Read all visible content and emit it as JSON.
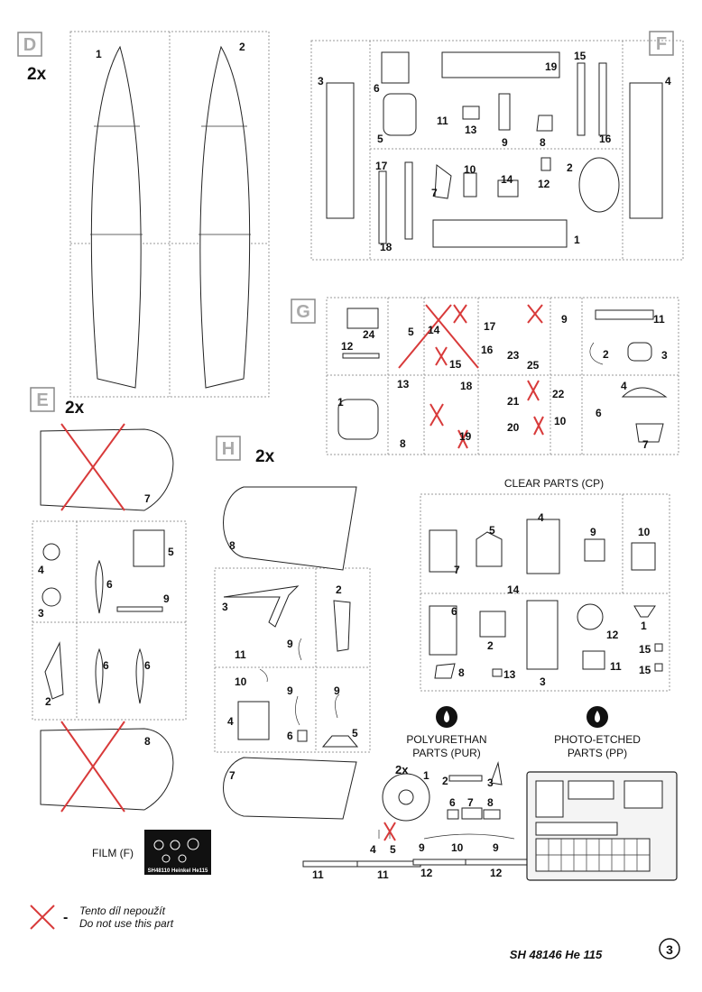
{
  "sprues": {
    "D": {
      "letter": "D",
      "mult": "2x",
      "parts": [
        "1",
        "2"
      ]
    },
    "E": {
      "letter": "E",
      "mult": "2x",
      "parts": [
        "7",
        "4",
        "3",
        "6",
        "5",
        "9",
        "2",
        "6",
        "6",
        "8"
      ]
    },
    "F": {
      "letter": "F",
      "parts": [
        "3",
        "6",
        "5",
        "11",
        "13",
        "9",
        "8",
        "19",
        "15",
        "16",
        "4",
        "17",
        "7",
        "10",
        "14",
        "12",
        "2",
        "18",
        "1"
      ]
    },
    "G": {
      "letter": "G",
      "parts": [
        "24",
        "12",
        "5",
        "14",
        "15",
        "17",
        "16",
        "23",
        "25",
        "9",
        "11",
        "2",
        "3",
        "1",
        "13",
        "8",
        "18",
        "19",
        "21",
        "20",
        "22",
        "10",
        "6",
        "4",
        "7"
      ]
    },
    "H": {
      "letter": "H",
      "mult": "2x",
      "parts": [
        "8",
        "3",
        "2",
        "9",
        "11",
        "10",
        "9",
        "9",
        "4",
        "6",
        "5",
        "7"
      ]
    }
  },
  "clear": {
    "title": "CLEAR PARTS (CP)",
    "parts": [
      "7",
      "5",
      "4",
      "9",
      "10",
      "14",
      "6",
      "2",
      "3",
      "12",
      "1",
      "11",
      "15",
      "15",
      "8",
      "13"
    ]
  },
  "pur": {
    "title1": "POLYURETHAN",
    "title2": "PARTS  (PUR)",
    "mult": "2x",
    "parts": [
      "1",
      "2",
      "3",
      "6",
      "7",
      "8",
      "4",
      "5",
      "9",
      "10",
      "9",
      "11",
      "11",
      "12",
      "12"
    ]
  },
  "pp": {
    "title1": "PHOTO-ETCHED",
    "title2": "PARTS  (PP)"
  },
  "film": {
    "label": "FILM (F)",
    "caption": "SH48110 Heinkel He115"
  },
  "legend": {
    "dash": "-",
    "cz": "Tento díl nepoužít",
    "en": "Do not use this part"
  },
  "footer": {
    "code": "SH 48146 He 115",
    "page": "3"
  }
}
